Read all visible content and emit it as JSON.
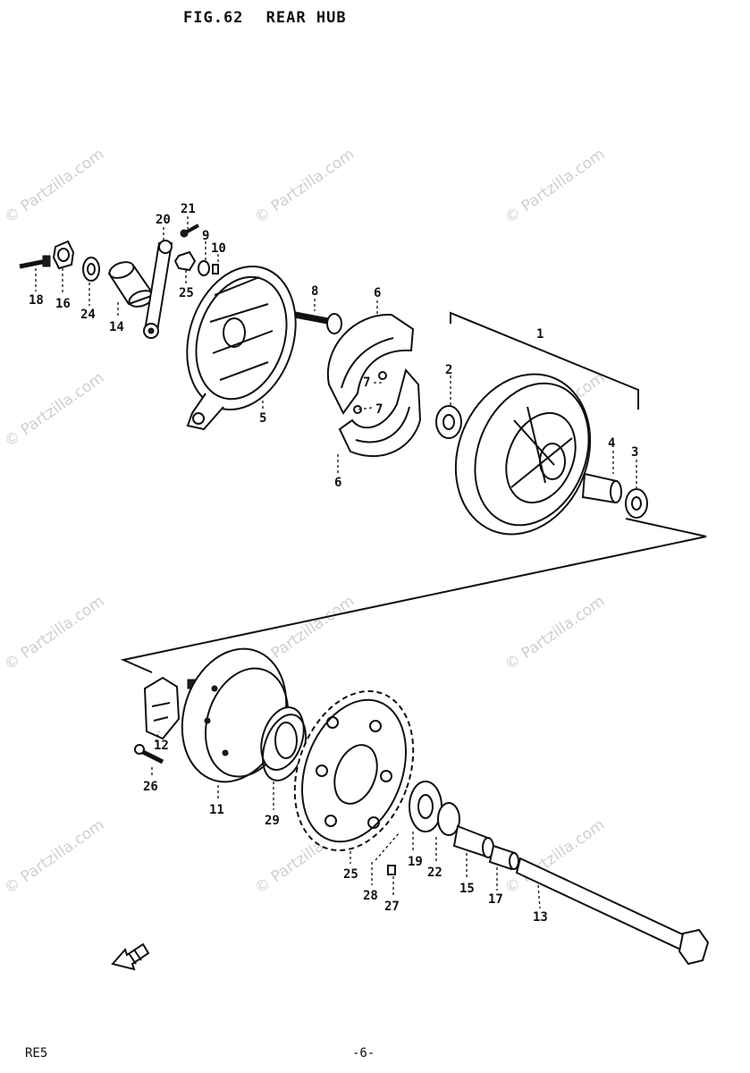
{
  "figure": {
    "number": "FIG.62",
    "title": "REAR HUB"
  },
  "footer": {
    "model": "RE5",
    "page": "-6-"
  },
  "watermark": "© Partzilla.com",
  "callouts": {
    "c1": "1",
    "c2": "2",
    "c3": "3",
    "c4": "4",
    "c5": "5",
    "c6": "6",
    "c7": "7",
    "c8": "8",
    "c9": "9",
    "c10": "10",
    "c11": "11",
    "c12": "12",
    "c13": "13",
    "c14": "14",
    "c15": "15",
    "c16": "16",
    "c17": "17",
    "c18": "18",
    "c19": "19",
    "c20": "20",
    "c21": "21",
    "c22": "22",
    "c24": "24",
    "c25": "25",
    "c26": "26",
    "c27": "27",
    "c28": "28",
    "c29": "29"
  }
}
